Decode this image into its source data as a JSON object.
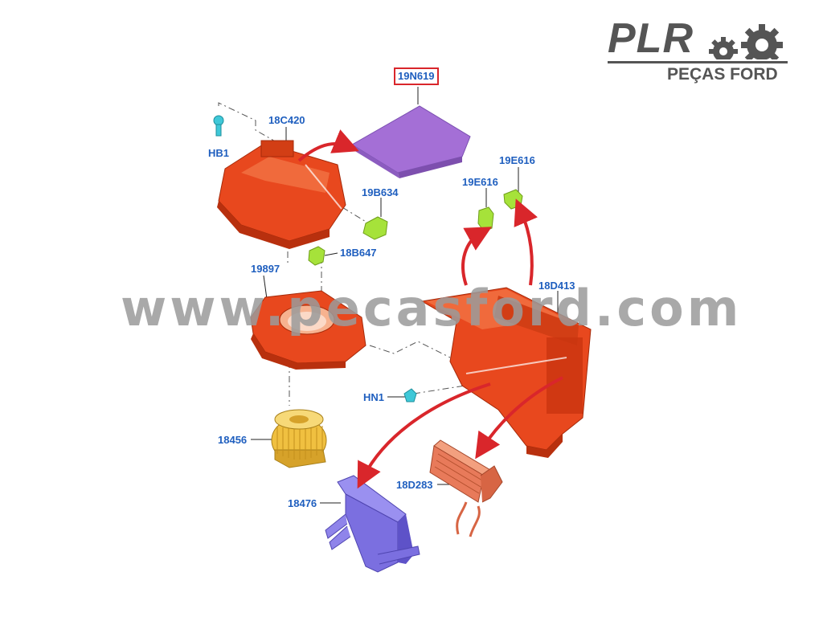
{
  "logo": {
    "brand": "PLR",
    "subtitle": "PEÇAS FORD"
  },
  "watermark": "www.pecasford.com",
  "labels": {
    "hb1": "HB1",
    "p18C420": "18C420",
    "p19N619": "19N619",
    "p19B634": "19B634",
    "p18B647": "18B647",
    "p19897": "19897",
    "p19E616a": "19E616",
    "p19E616b": "19E616",
    "p18D413": "18D413",
    "hn1": "HN1",
    "p18456": "18456",
    "p18D283": "18D283",
    "p18476": "18476"
  },
  "colors": {
    "housing": "#e8481e",
    "housing_dark": "#b8300e",
    "filter": "#a46fd6",
    "clip": "#a6e23a",
    "fastener": "#3fc8d8",
    "motor": "#f0c040",
    "heater_core": "#7b6fe0",
    "resistor": "#e87a5a",
    "arrow": "#d9262b",
    "label": "#1f5fbf"
  }
}
